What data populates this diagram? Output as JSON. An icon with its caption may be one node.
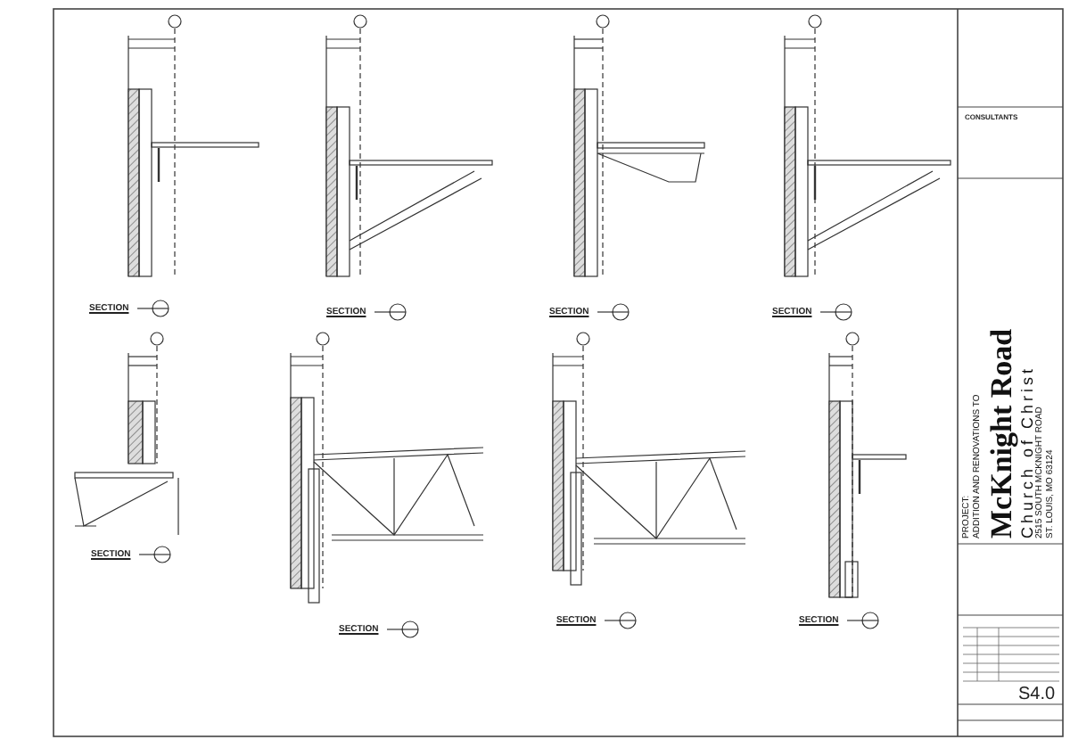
{
  "diagram": {
    "labels": [
      "SECTION",
      "SECTION",
      "SECTION",
      "SECTION",
      "SECTION",
      "SECTION",
      "SECTION",
      "SECTION",
      "CONSULTANTS",
      "PROJECT:",
      "ADDITION AND RENOVATIONS TO",
      "McKnight Road",
      "Church of Christ",
      "2515 SOUTH MCKNIGHT ROAD",
      "ST. LOUIS, MO 63124",
      "S4.0"
    ]
  }
}
